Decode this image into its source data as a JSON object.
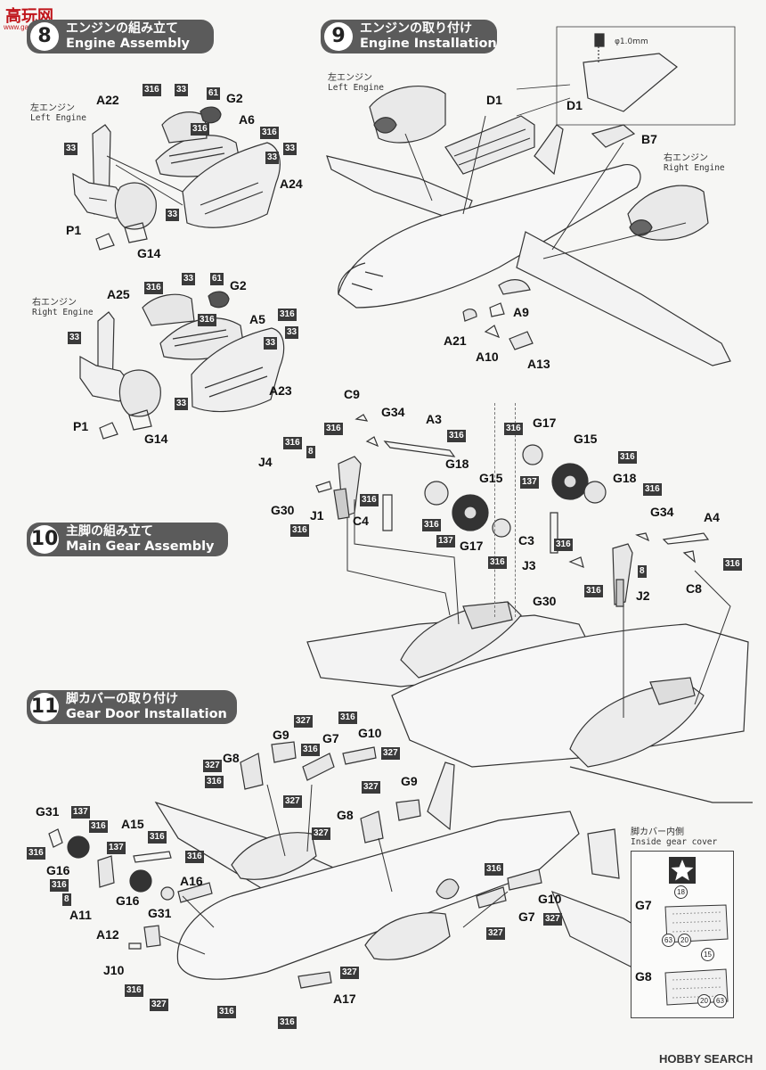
{
  "watermark_top": {
    "brand": "高玩网",
    "sub": "www.gaoplay.com"
  },
  "watermark_bottom": {
    "text": "HOBBY SEARCH"
  },
  "steps": {
    "s8": {
      "num": "8",
      "jp": "エンジンの組み立て",
      "en": "Engine Assembly"
    },
    "s9": {
      "num": "9",
      "jp": "エンジンの取り付け",
      "en": "Engine Installation"
    },
    "s10": {
      "num": "10",
      "jp": "主脚の組み立て",
      "en": "Main Gear Assembly"
    },
    "s11": {
      "num": "11",
      "jp": "脚カバーの取り付け",
      "en": "Gear Door Installation"
    }
  },
  "notes": {
    "left_engine_a": {
      "jp": "左エンジン",
      "en": "Left Engine"
    },
    "right_engine_a": {
      "jp": "右エンジン",
      "en": "Right Engine"
    },
    "left_engine_b": {
      "jp": "左エンジン",
      "en": "Left Engine"
    },
    "right_engine_b": {
      "jp": "右エンジン",
      "en": "Right Engine"
    },
    "drill": "φ1.0mm",
    "inside_cover": {
      "jp": "脚カバー内側",
      "en": "Inside gear cover"
    }
  },
  "inset": {
    "g7": "G7",
    "g8": "G8",
    "c18": "18",
    "c63a": "63",
    "c20a": "20",
    "c15": "15",
    "c20b": "20",
    "c63b": "63"
  },
  "labels": {
    "a22": "A22",
    "g2a": "G2",
    "a6": "A6",
    "a24": "A24",
    "p1a": "P1",
    "g14a": "G14",
    "a25": "A25",
    "g2b": "G2",
    "a5": "A5",
    "a23": "A23",
    "p1b": "P1",
    "g14b": "G14",
    "d1a": "D1",
    "d1b": "D1",
    "b7": "B7",
    "a9": "A9",
    "a21": "A21",
    "a10": "A10",
    "a13": "A13",
    "c9": "C9",
    "g34a": "G34",
    "a3": "A3",
    "j4": "J4",
    "g18a": "G18",
    "g15a": "G15",
    "g30a": "G30",
    "j1": "J1",
    "c4": "C4",
    "g17a": "G17",
    "g17b": "G17",
    "g15b": "G15",
    "g18b": "G18",
    "g34b": "G34",
    "a4": "A4",
    "c3": "C3",
    "j3": "J3",
    "c8": "C8",
    "g30b": "G30",
    "j2": "J2",
    "g8a": "G8",
    "g9a": "G9",
    "g7a": "G7",
    "g10a": "G10",
    "g31a": "G31",
    "a15": "A15",
    "g16a": "G16",
    "g16b": "G16",
    "a11": "A11",
    "g31b": "G31",
    "a16": "A16",
    "a12": "A12",
    "j10": "J10",
    "g8b": "G8",
    "g9b": "G9",
    "g10b": "G10",
    "g7b": "G7",
    "a17": "A17"
  },
  "paint": {
    "p1": "316",
    "p2": "33",
    "p3": "61",
    "p4": "316",
    "p5": "316",
    "p6": "33",
    "p7": "33",
    "p8": "33",
    "p9": "33",
    "p10": "316",
    "p11": "33",
    "p12": "61",
    "p13": "316",
    "p14": "316",
    "p15": "33",
    "p16": "33",
    "p17": "33",
    "p18": "33",
    "p19": "316",
    "p20": "316",
    "p21": "8",
    "p22": "316",
    "p23": "316",
    "p24": "316",
    "p25": "316",
    "p26": "137",
    "p27": "316",
    "p28": "316",
    "p29": "316",
    "p30": "137",
    "p31": "316",
    "p32": "316",
    "p33": "8",
    "p34": "316",
    "p35": "316",
    "p36": "327",
    "p37": "316",
    "p38": "316",
    "p39": "327",
    "p40": "327",
    "p41": "316",
    "p42": "327",
    "p43": "327",
    "p44": "327",
    "p45": "137",
    "p46": "316",
    "p47": "316",
    "p48": "137",
    "p49": "316",
    "p50": "316",
    "p51": "8",
    "p52": "316",
    "p53": "316",
    "p54": "327",
    "p55": "316",
    "p56": "327",
    "p57": "316",
    "p58": "327",
    "p59": "327",
    "p60": "316"
  }
}
